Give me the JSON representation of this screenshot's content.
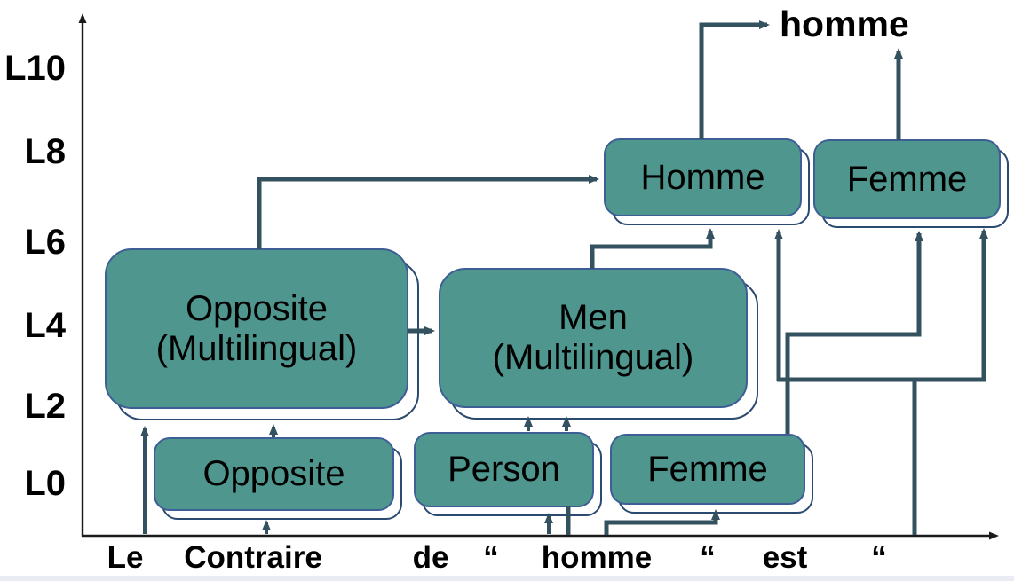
{
  "figure": {
    "y_axis_labels": [
      "L10",
      "L8",
      "L6",
      "L4",
      "L2",
      "L0"
    ],
    "x_tokens": [
      "Le",
      "Contraire",
      "de",
      "“",
      "homme",
      "“",
      "est",
      "“"
    ],
    "output_token": "homme",
    "nodes": [
      {
        "id": "opposite-multilingual",
        "label": "Opposite\n(Multilingual)"
      },
      {
        "id": "opposite",
        "label": "Opposite"
      },
      {
        "id": "men-multilingual",
        "label": "Men\n(Multilingual)"
      },
      {
        "id": "person",
        "label": "Person"
      },
      {
        "id": "femme-l0",
        "label": "Femme"
      },
      {
        "id": "homme-l8",
        "label": "Homme"
      },
      {
        "id": "femme-l8",
        "label": "Femme"
      }
    ],
    "colors": {
      "node_fill": "#4E968E",
      "node_border": "#3E5F96",
      "shadow_border": "#2B4A70",
      "arrow": "#33515E",
      "axis": "#1A1A1A",
      "text": "#000000"
    }
  }
}
